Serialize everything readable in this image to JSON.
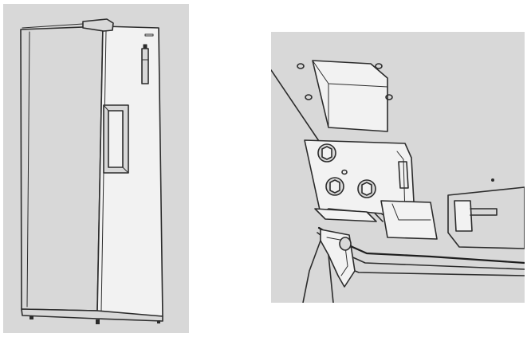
{
  "figure": {
    "panels": [
      {
        "id": "left",
        "subject": "freezer-overview"
      },
      {
        "id": "right",
        "subject": "hinge-detail"
      }
    ],
    "colors": {
      "panel_background": "#d8d8d8",
      "page_background": "#ffffff",
      "line": "#2c2c2c"
    }
  }
}
